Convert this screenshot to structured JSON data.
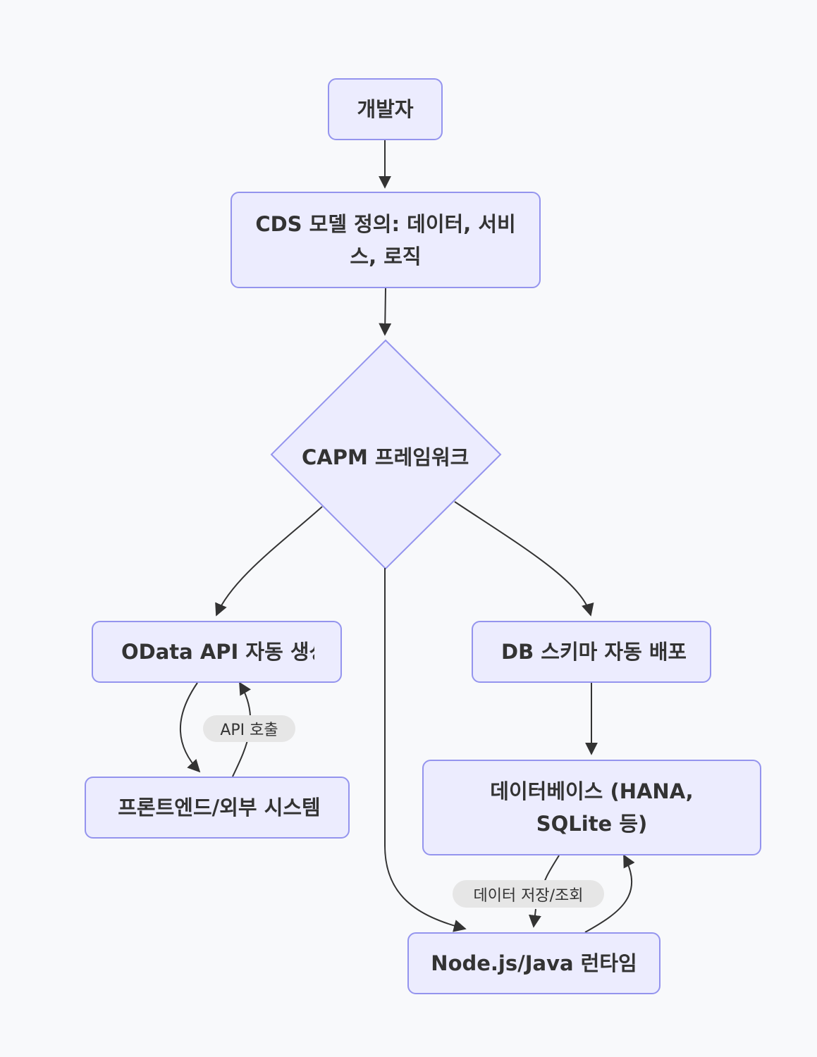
{
  "diagram": {
    "nodes": {
      "developer": "개발자",
      "cds_model": "CDS 모델 정의: 데이터, 서비스, 로직",
      "capm": "CAPM 프레임워크",
      "odata_api": "OData API 자동 생성",
      "db_schema": "DB 스키마 자동 배포",
      "frontend": "프론트엔드/외부 시스템",
      "database": "데이터베이스 (HANA, SQLite 등)",
      "runtime": "Node.js/Java 런타임"
    },
    "edge_labels": {
      "api_call": "API 호출",
      "data_store": "데이터 저장/조회"
    },
    "colors": {
      "node_fill": "#ececfe",
      "node_border": "#9494ee",
      "edge": "#333333",
      "edge_label_bg": "#e6e6e6",
      "background": "#f8f9fb"
    }
  }
}
